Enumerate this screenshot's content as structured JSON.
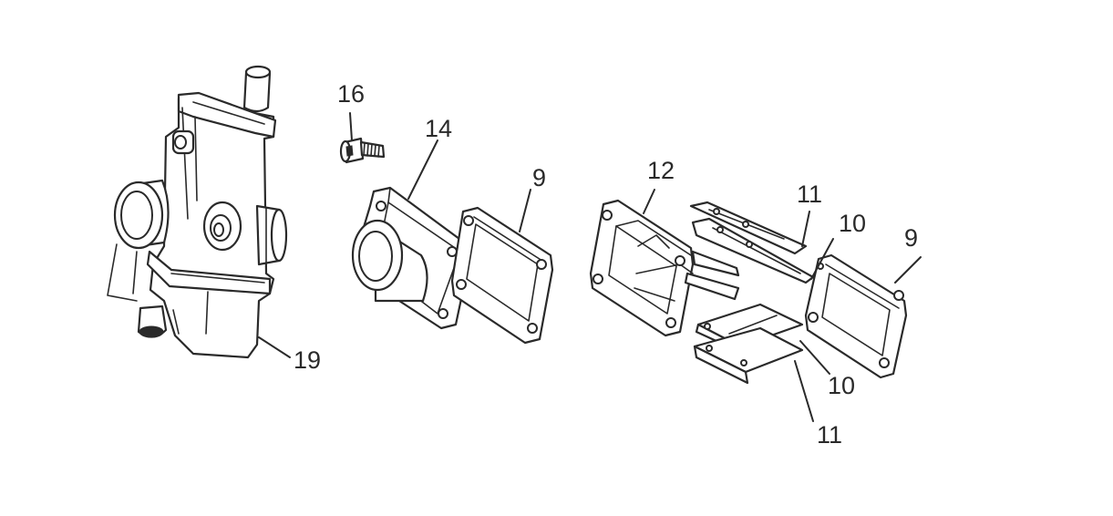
{
  "diagram": {
    "parts": [
      {
        "id": "carburetor",
        "label": "19"
      },
      {
        "id": "screw",
        "label": "16"
      },
      {
        "id": "intake-manifold",
        "label": "14"
      },
      {
        "id": "gasket-left",
        "label": "9"
      },
      {
        "id": "reed-block",
        "label": "12"
      },
      {
        "id": "reed-petal-upper",
        "label": "11"
      },
      {
        "id": "reed-stop-upper",
        "label": "10"
      },
      {
        "id": "gasket-right",
        "label": "9"
      },
      {
        "id": "reed-stop-lower",
        "label": "10"
      },
      {
        "id": "reed-petal-lower",
        "label": "11"
      }
    ],
    "colors": {
      "line": "#2a2a2a",
      "background": "#ffffff"
    }
  }
}
